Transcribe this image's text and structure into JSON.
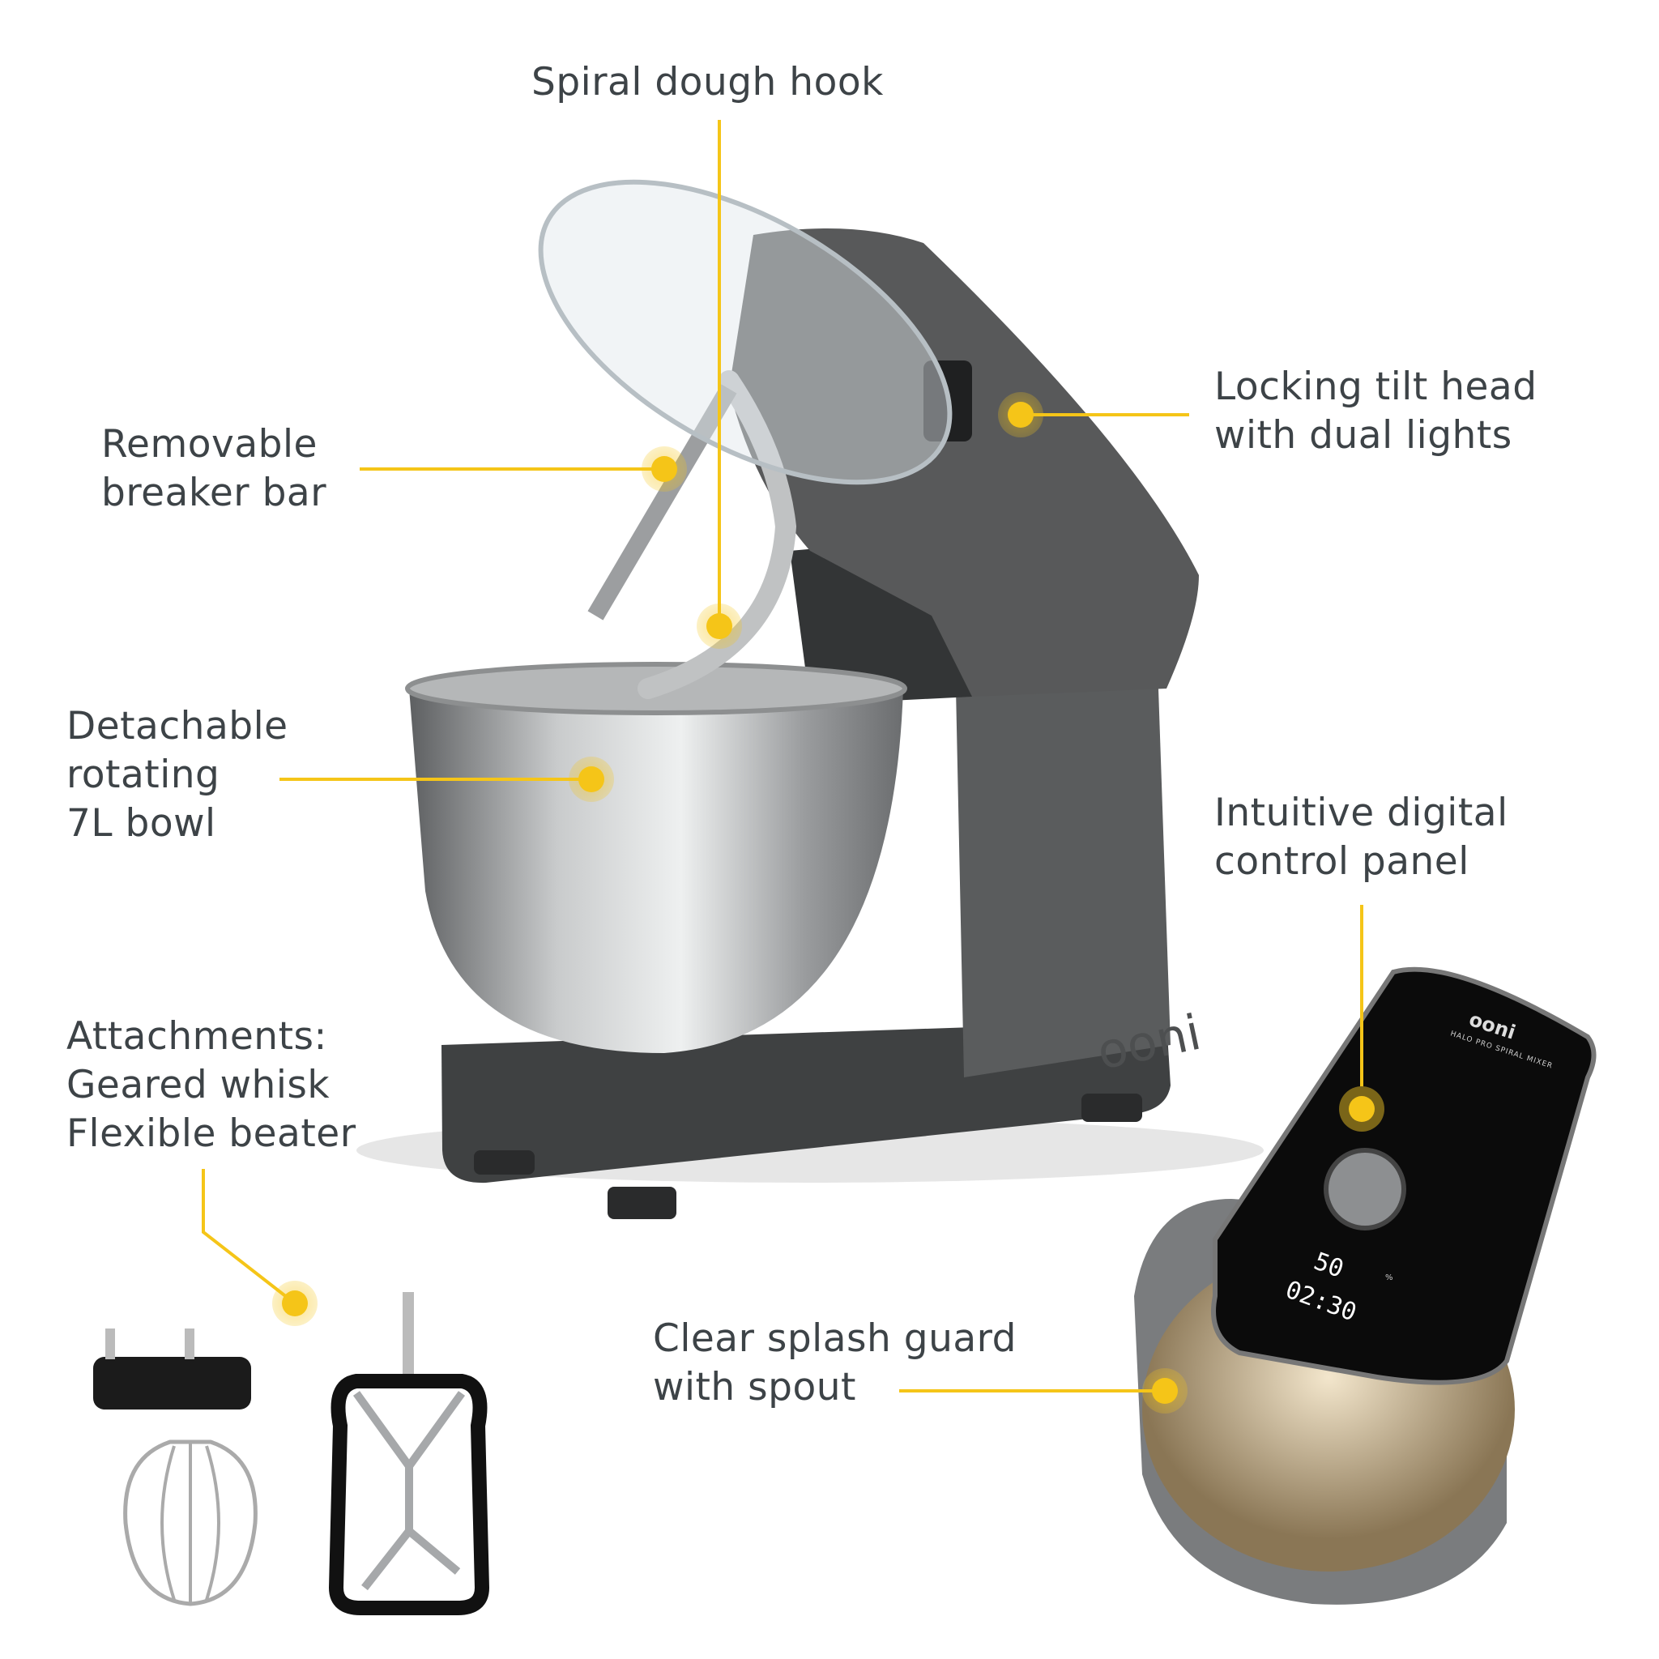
{
  "callouts": {
    "spiral_hook": "Spiral dough hook",
    "breaker_bar": [
      "Removable",
      "breaker bar"
    ],
    "tilt_head": [
      "Locking tilt head",
      "with dual lights"
    ],
    "bowl": [
      "Detachable",
      "rotating",
      "7L bowl"
    ],
    "control_panel": [
      "Intuitive digital",
      "control panel"
    ],
    "attachments": [
      "Attachments:",
      "Geared whisk",
      "Flexible beater"
    ],
    "splash_guard": [
      "Clear splash guard",
      "with spout"
    ]
  },
  "product": {
    "brand": "ooni",
    "model": "HALO PRO SPIRAL MIXER",
    "display_speed": "50",
    "display_time": "02:30",
    "display_unit": "%"
  },
  "colors": {
    "accent": "#f5c518",
    "text": "#3d4347",
    "body": "#4a4c4d"
  }
}
